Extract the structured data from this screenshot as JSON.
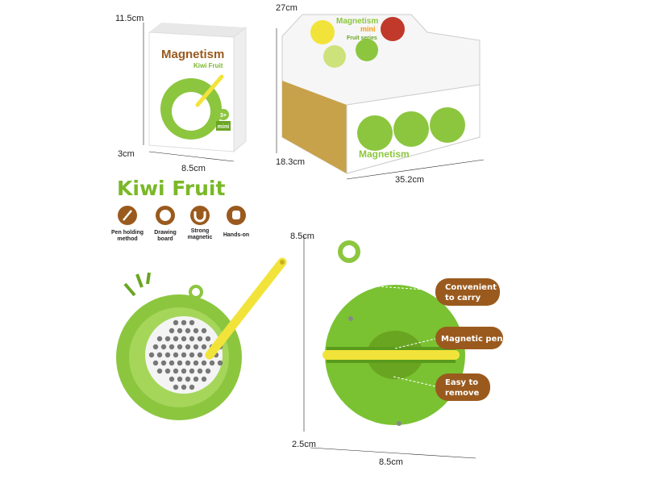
{
  "colors": {
    "green": "#8cc63f",
    "dark_green": "#6aa521",
    "brown": "#9a5a1e",
    "yellow": "#f2e33a",
    "title_green": "#7ab828"
  },
  "dimensions": {
    "box_height": "11.5cm",
    "box_depth": "3cm",
    "box_width": "8.5cm",
    "display_height": "27cm",
    "display_depth": "18.3cm",
    "display_width": "35.2cm",
    "product_height": "8.5cm",
    "product_depth": "2.5cm",
    "product_width": "8.5cm"
  },
  "box": {
    "brand": "Magnetism",
    "subtitle": "Kiwi Fruit",
    "badge": "mini",
    "age": "3+"
  },
  "display": {
    "brand": "Magnetism",
    "mini": "mini",
    "series": "Fruit series"
  },
  "title": "Kiwi Fruit",
  "features": [
    {
      "icon": "pen-icon",
      "line1": "Pen holding",
      "line2": "method"
    },
    {
      "icon": "palette-icon",
      "line1": "Drawing",
      "line2": "board"
    },
    {
      "icon": "magnet-icon",
      "line1": "Strong",
      "line2": "magnetic"
    },
    {
      "icon": "hand-icon",
      "line1": "Hands-on",
      "line2": ""
    }
  ],
  "callouts": [
    {
      "line1": "Convenient",
      "line2": "to carry"
    },
    {
      "line1": "Magnetic pen",
      "line2": ""
    },
    {
      "line1": "Easy to",
      "line2": "remove"
    }
  ]
}
